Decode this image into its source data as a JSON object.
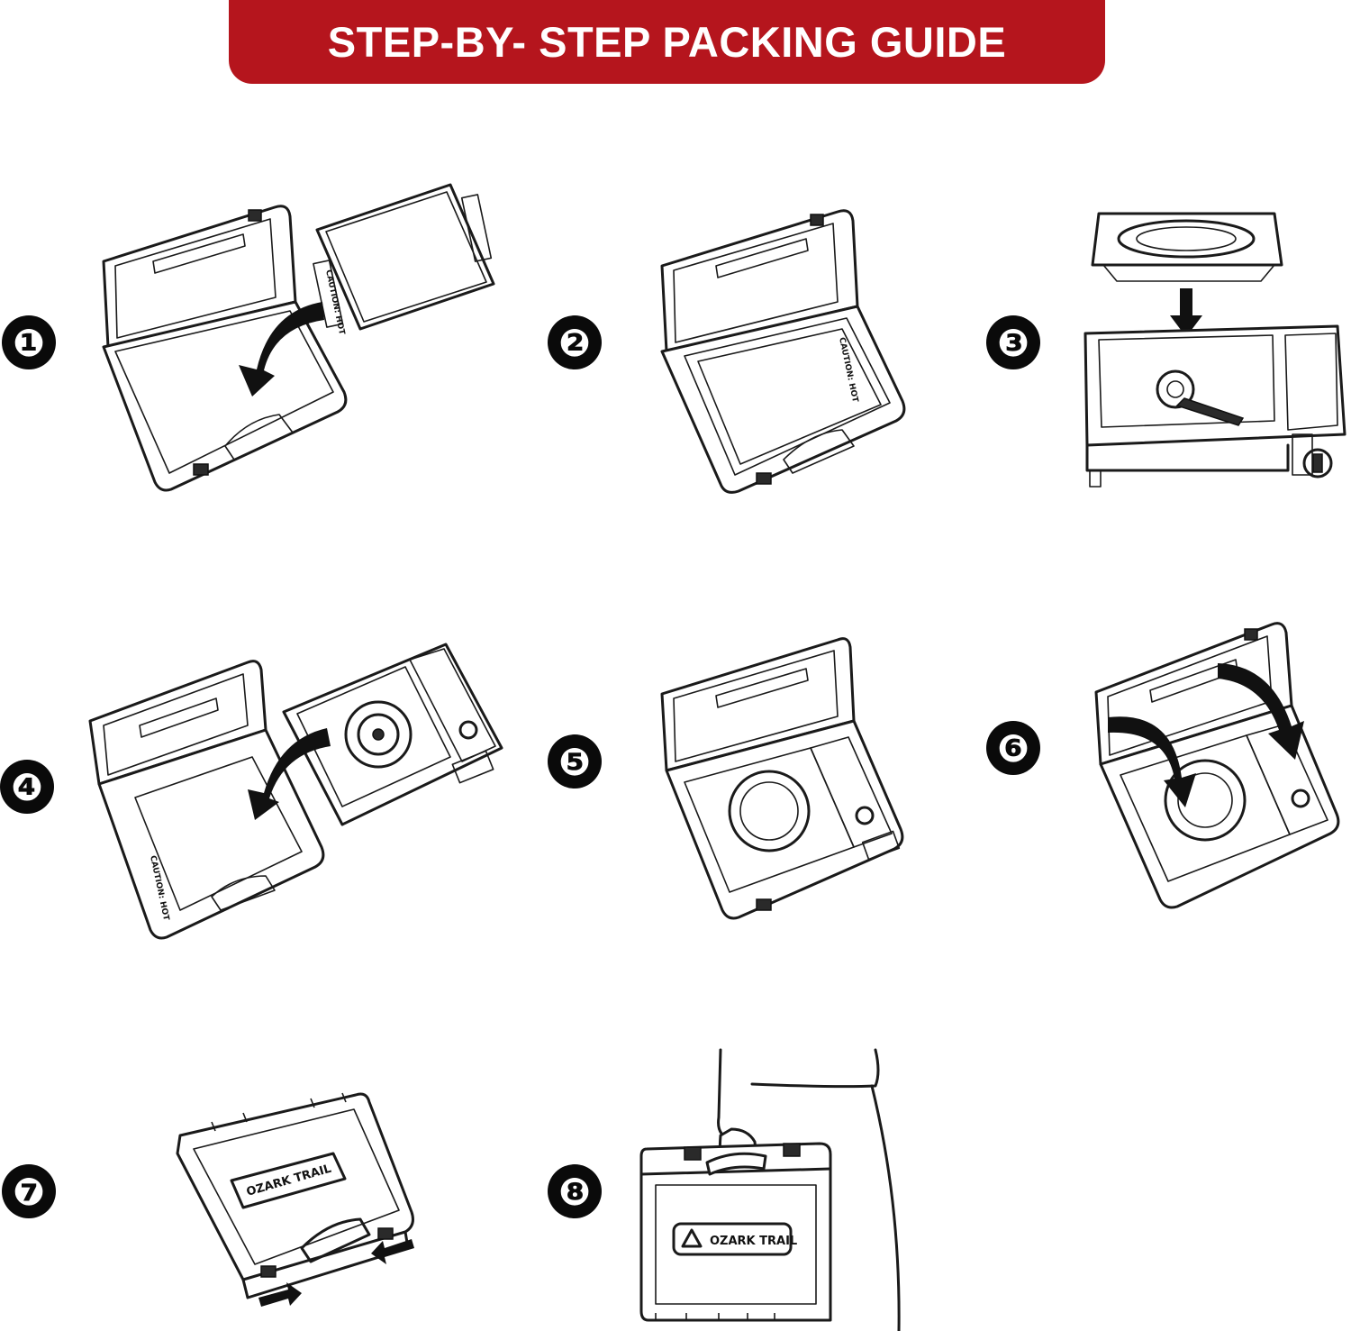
{
  "banner": {
    "title": "STEP-BY- STEP PACKING GUIDE",
    "color": "#b5151d"
  },
  "steps": [
    {
      "number": "❶",
      "label_text": "CAUTION: HOT"
    },
    {
      "number": "❷",
      "label_text": "CAUTION: HOT"
    },
    {
      "number": "❸"
    },
    {
      "number": "❹",
      "label_text": "CAUTION: HOT"
    },
    {
      "number": "❺"
    },
    {
      "number": "❻"
    },
    {
      "number": "❼",
      "logo_text": "OZARK TRAIL"
    },
    {
      "number": "❽",
      "logo_text": "OZARK TRAIL"
    }
  ]
}
